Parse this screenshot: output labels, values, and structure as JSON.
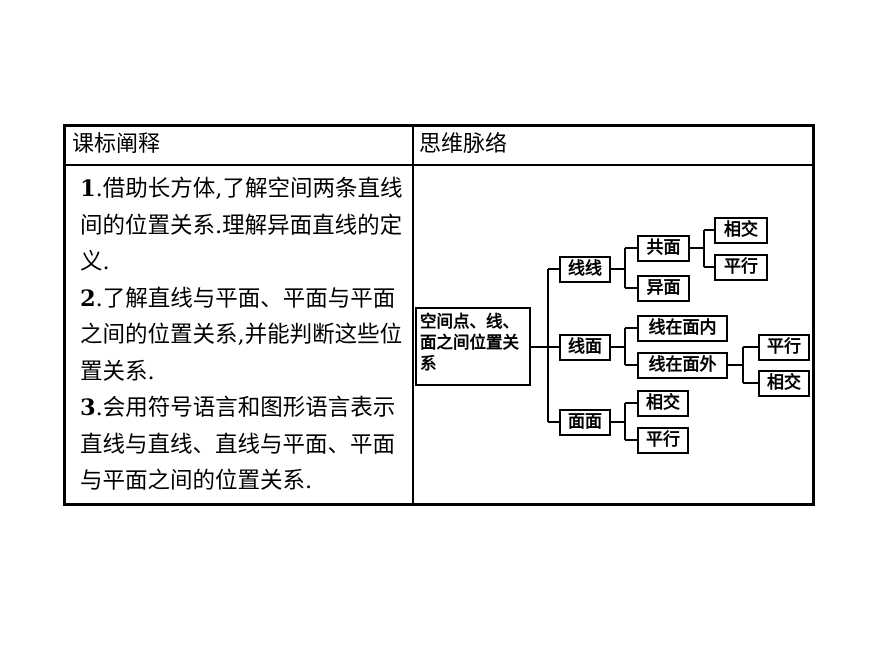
{
  "table": {
    "left_header": "课标阐释",
    "right_header": "思维脉络",
    "left_items": [
      {
        "num": "1",
        "text": ".借助长方体,了解空间两条直线间的位置关系.理解异面直线的定义."
      },
      {
        "num": "2",
        "text": ".了解直线与平面、平面与平面之间的位置关系,并能判断这些位置关系."
      },
      {
        "num": "3",
        "text": ".会用符号语言和图形语言表示直线与直线、直线与平面、平面与平面之间的位置关系."
      }
    ]
  },
  "diagram": {
    "root": "空间点、线、面之间位置关系",
    "line_line": {
      "label": "线线",
      "coplanar": {
        "label": "共面",
        "children": [
          "相交",
          "平行"
        ]
      },
      "skew": "异面"
    },
    "line_plane": {
      "label": "线面",
      "in_plane": "线在面内",
      "out_plane": {
        "label": "线在面外",
        "children": [
          "平行",
          "相交"
        ]
      }
    },
    "plane_plane": {
      "label": "面面",
      "children": [
        "相交",
        "平行"
      ]
    }
  }
}
